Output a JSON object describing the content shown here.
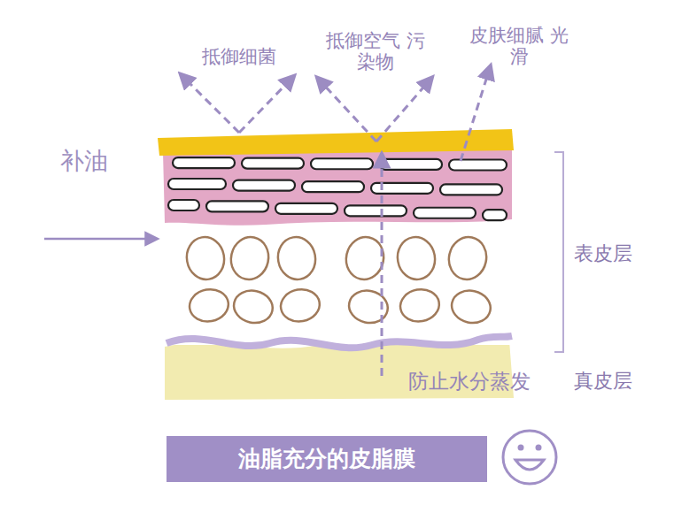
{
  "diagram": {
    "caption": "油脂充分的皮脂膜",
    "labels": [
      "抵御细菌",
      "抵御空气 污染物",
      "皮肤细腻 光滑",
      "补油",
      "表皮层",
      "防止水分蒸发",
      "真皮层"
    ]
  }
}
